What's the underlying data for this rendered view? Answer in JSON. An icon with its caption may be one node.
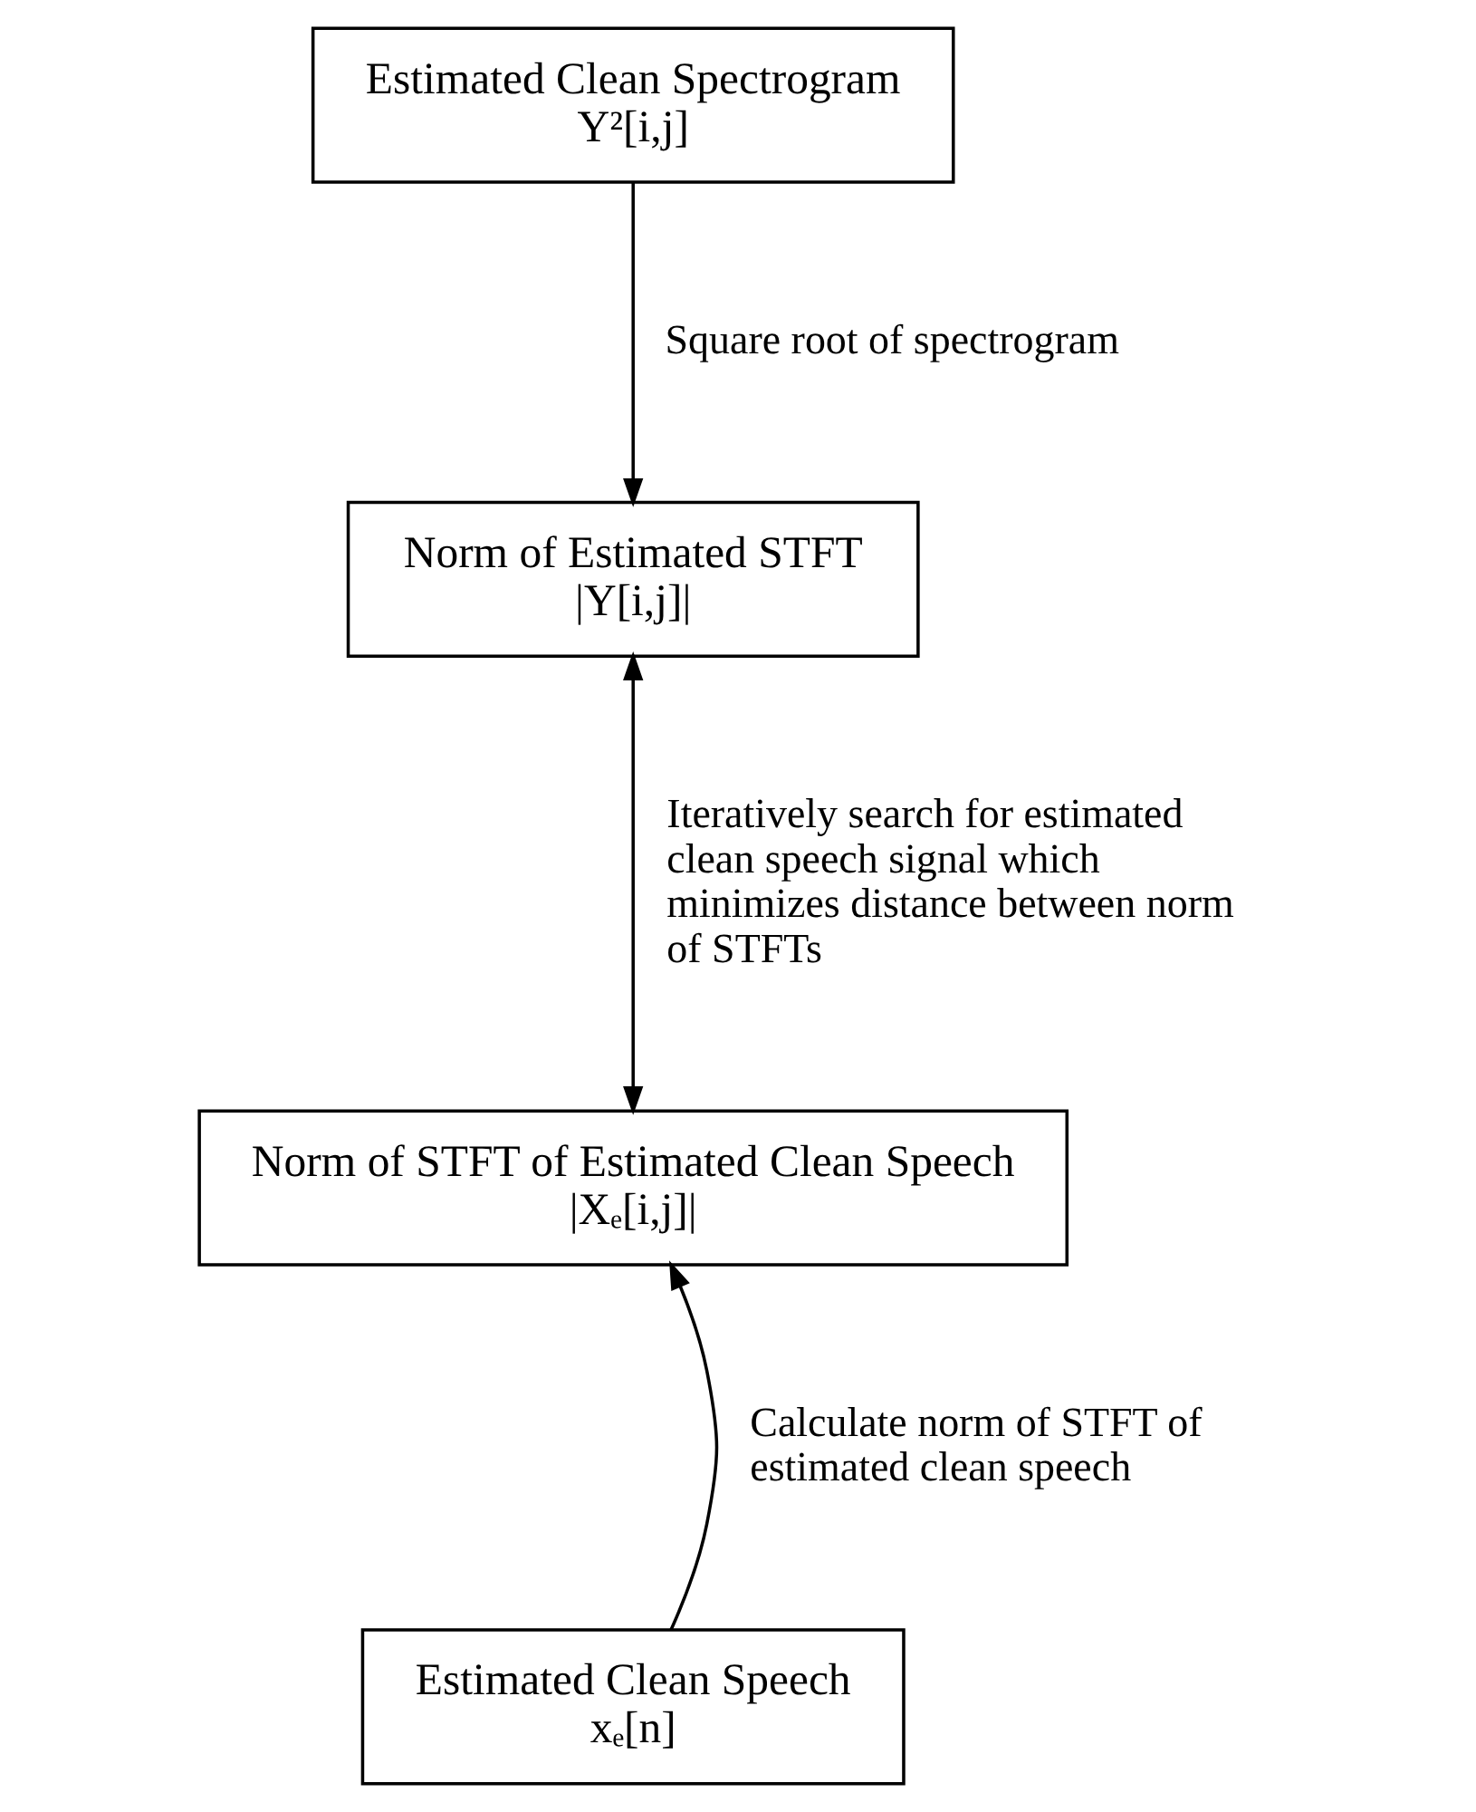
{
  "diagram": {
    "nodes": [
      {
        "text": [
          "Estimated Clean Spectrogram",
          "Y²[i,j]"
        ]
      },
      {
        "text": [
          "Norm of Estimated STFT",
          "|Y[i,j]|"
        ]
      },
      {
        "text": [
          "Norm of STFT of Estimated Clean Speech",
          "|Xₑ[i,j]|"
        ]
      },
      {
        "text": [
          "Estimated Clean Speech",
          "xₑ[n]"
        ]
      }
    ],
    "edges": [
      {
        "from": 0,
        "to": 1,
        "arrow": "to",
        "label": "Square root of spectrogram"
      },
      {
        "from": 1,
        "to": 2,
        "arrow": "both",
        "label": "Iteratively search for estimated clean speech signal which minimizes distance between norm of STFTs"
      },
      {
        "from": 3,
        "to": 2,
        "arrow": "to",
        "label": "Calculate norm of STFT of estimated clean speech"
      }
    ]
  }
}
